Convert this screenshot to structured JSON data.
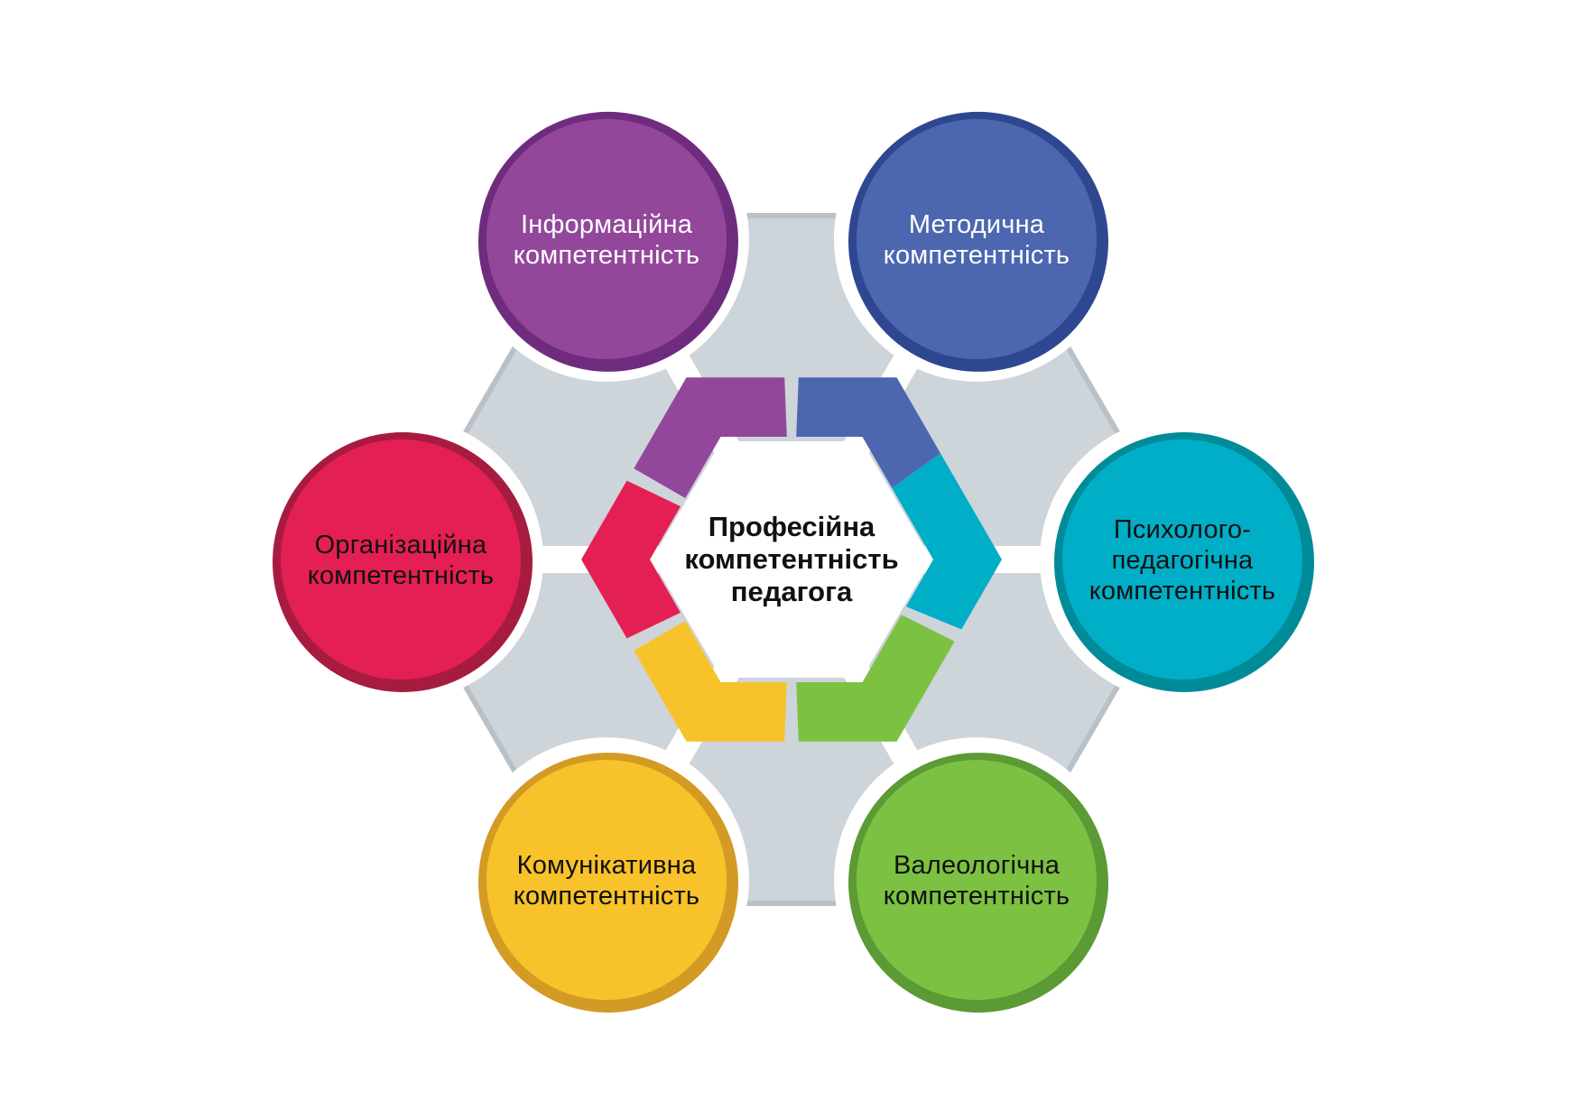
{
  "center": {
    "lines": [
      "Професійна",
      "компетентність",
      "педагога"
    ],
    "text_color": "#111111"
  },
  "background_hexagon_color": "#cdd4da",
  "background_hexagon_border": "#b9c1c8",
  "nodes": [
    {
      "id": "informational",
      "lines": [
        "Інформаційна",
        "компетентність"
      ],
      "fill": "#93479b",
      "ring": "#6f2c7e",
      "text_color": "#ffffff"
    },
    {
      "id": "methodical",
      "lines": [
        "Методична",
        "компетентність"
      ],
      "fill": "#4d66b0",
      "ring": "#2f4791",
      "text_color": "#ffffff"
    },
    {
      "id": "psycho-pedagogical",
      "lines": [
        "Психолого-",
        "педагогічна",
        "компетентність"
      ],
      "fill": "#00aec8",
      "ring": "#008b99",
      "text_color": "#111111"
    },
    {
      "id": "valeological",
      "lines": [
        "Валеологічна",
        "компетентність"
      ],
      "fill": "#7dc142",
      "ring": "#5b9a34",
      "text_color": "#111111"
    },
    {
      "id": "communicative",
      "lines": [
        "Комунікативна",
        "компетентність"
      ],
      "fill": "#f8c22b",
      "ring": "#d39a24",
      "text_color": "#111111"
    },
    {
      "id": "organizational",
      "lines": [
        "Організаційна",
        "компетентність"
      ],
      "fill": "#e41f53",
      "ring": "#a81b40",
      "text_color": "#111111"
    }
  ]
}
